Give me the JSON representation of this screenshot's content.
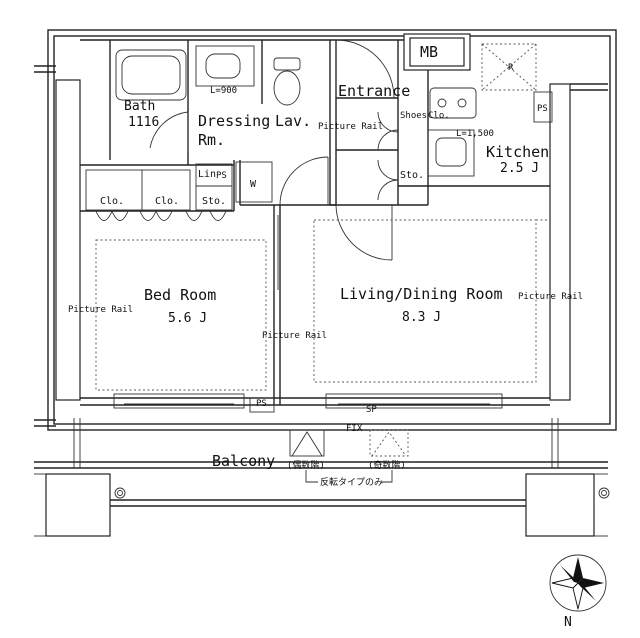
{
  "rooms": {
    "bath": "Bath",
    "bath_size": "1116",
    "dressing": "Dressing",
    "dressing_rm": "Rm.",
    "lav": "Lav.",
    "entrance": "Entrance",
    "kitchen": "Kitchen",
    "kitchen_size": "2.5 J",
    "bedroom": "Bed Room",
    "bedroom_size": "5.6 J",
    "living": "Living/Dining Room",
    "living_size": "8.3 J",
    "balcony": "Balcony"
  },
  "fixtures": {
    "mb": "MB",
    "refrigerator": "R",
    "ps": "PS",
    "w": "W",
    "lin": "Lin",
    "clo": "Clo.",
    "sto": "Sto.",
    "shoes": "Shoes",
    "shoes_clo": "Clo.",
    "lav_width": "L=900",
    "kitchen_width": "L=1,500",
    "picture_rail": "Picture Rail",
    "fix": "FIX",
    "sp": "SP"
  },
  "notes": {
    "odd_floor": "(偶数階)",
    "even_floor": "(奇数階)",
    "reverse_note": "反転タイプのみ"
  },
  "compass": {
    "north": "N"
  }
}
